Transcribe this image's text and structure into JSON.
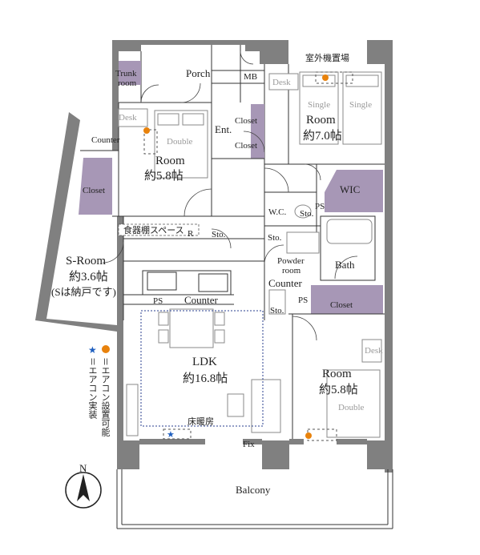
{
  "colors": {
    "wall": "#808080",
    "closet": "#a797b6",
    "aircon_possible": "#e8820c",
    "aircon_installed": "#1f5fbf",
    "floor_heating_line": "#2a3f8f"
  },
  "rooms": {
    "trunk_room": "Trunk\nroom",
    "porch": "Porch",
    "mb": "MB",
    "entrance": "Ent.",
    "closet_entrance_1": "Closet",
    "closet_entrance_2": "Closet",
    "desk_room1": "Desk",
    "counter_room1": "Counter",
    "double_bed_room1": "Double",
    "room1_name": "Room",
    "room1_size": "約5.8帖",
    "closet_room1": "Closet",
    "r_mark": "R",
    "dish_space": "食器棚スペース",
    "sto_kitchen": "Sto.",
    "s_room_name": "S-Room",
    "s_room_size": "約3.6帖",
    "s_room_note": "(Sは納戸です)",
    "ps_kitchen": "PS",
    "counter_kitchen": "Counter",
    "ldk_name": "LDK",
    "ldk_size": "約16.8帖",
    "floor_heating": "床暖房",
    "fix": "Fix",
    "balcony": "Balcony",
    "outdoor_unit_area": "室外機置場",
    "desk_room2": "Desk",
    "single_bed_1": "Single",
    "single_bed_2": "Single",
    "room2_name": "Room",
    "room2_size": "約7.0帖",
    "wic": "WIC",
    "wc": "W.C.",
    "sto_wc": "Sto.",
    "ps_wc": "PS",
    "sto_powder": "Sto.",
    "powder_room": "Powder\nroom",
    "bath": "Bath",
    "counter_powder": "Counter",
    "sto_counter": "Sto.",
    "ps_powder": "PS",
    "closet_bath": "Closet",
    "desk_room3": "Desk",
    "room3_name": "Room",
    "room3_size": "約5.8帖",
    "double_bed_room3": "Double"
  },
  "legend": {
    "aircon_possible": "＝エアコン設置可能",
    "aircon_installed": "＝エアコン実装"
  },
  "compass": {
    "north": "N"
  }
}
